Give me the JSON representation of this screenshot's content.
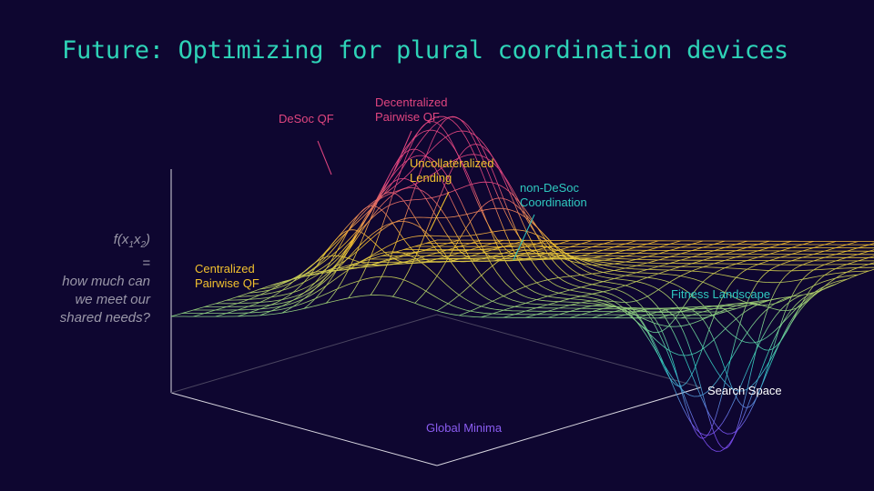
{
  "slide": {
    "title": "Future: Optimizing for plural coordination devices"
  },
  "y_axis": {
    "line1": "f(x",
    "sub1": "1",
    "mid": "x",
    "sub2": "2",
    "close": ")",
    "equals": "=",
    "line3": "how much can",
    "line4": "we meet our",
    "line5": "shared needs?"
  },
  "annotations": {
    "desoc_qf": "DeSoc QF",
    "decentralized_1": "Decentralized",
    "decentralized_2": "Pairwise QF",
    "uncollateralized_1": "Uncollateralized",
    "uncollateralized_2": "Lending",
    "non_desoc_1": "non-DeSoc",
    "non_desoc_2": "Coordination",
    "centralized_1": "Centralized",
    "centralized_2": "Pairwise QF",
    "fitness_landscape": "Fitness Landscape",
    "search_space": "Search Space",
    "global_minima": "Global Minima"
  },
  "colors": {
    "background": "#0e0630",
    "title": "#2ed3b7",
    "pink": "#e0457f",
    "yellow": "#f2c12e",
    "teal": "#2fc9c0",
    "purple": "#8a5cf0",
    "axis": "#d8d6e0"
  },
  "surface": {
    "grid_lines": 24,
    "features": [
      {
        "kind": "peak",
        "u": 0.33,
        "v": 0.3,
        "height": 1.2,
        "spread_u": 0.075,
        "spread_v": 0.14
      },
      {
        "kind": "peak",
        "u": 0.42,
        "v": 0.3,
        "height": 0.65,
        "spread_u": 0.06,
        "spread_v": 0.16
      },
      {
        "kind": "peak",
        "u": 0.18,
        "v": 0.42,
        "height": 0.6,
        "spread_u": 0.07,
        "spread_v": 0.1
      },
      {
        "kind": "valley",
        "u": 0.82,
        "v": 0.42,
        "height": -1.4,
        "spread_u": 0.07,
        "spread_v": 0.09
      }
    ]
  }
}
